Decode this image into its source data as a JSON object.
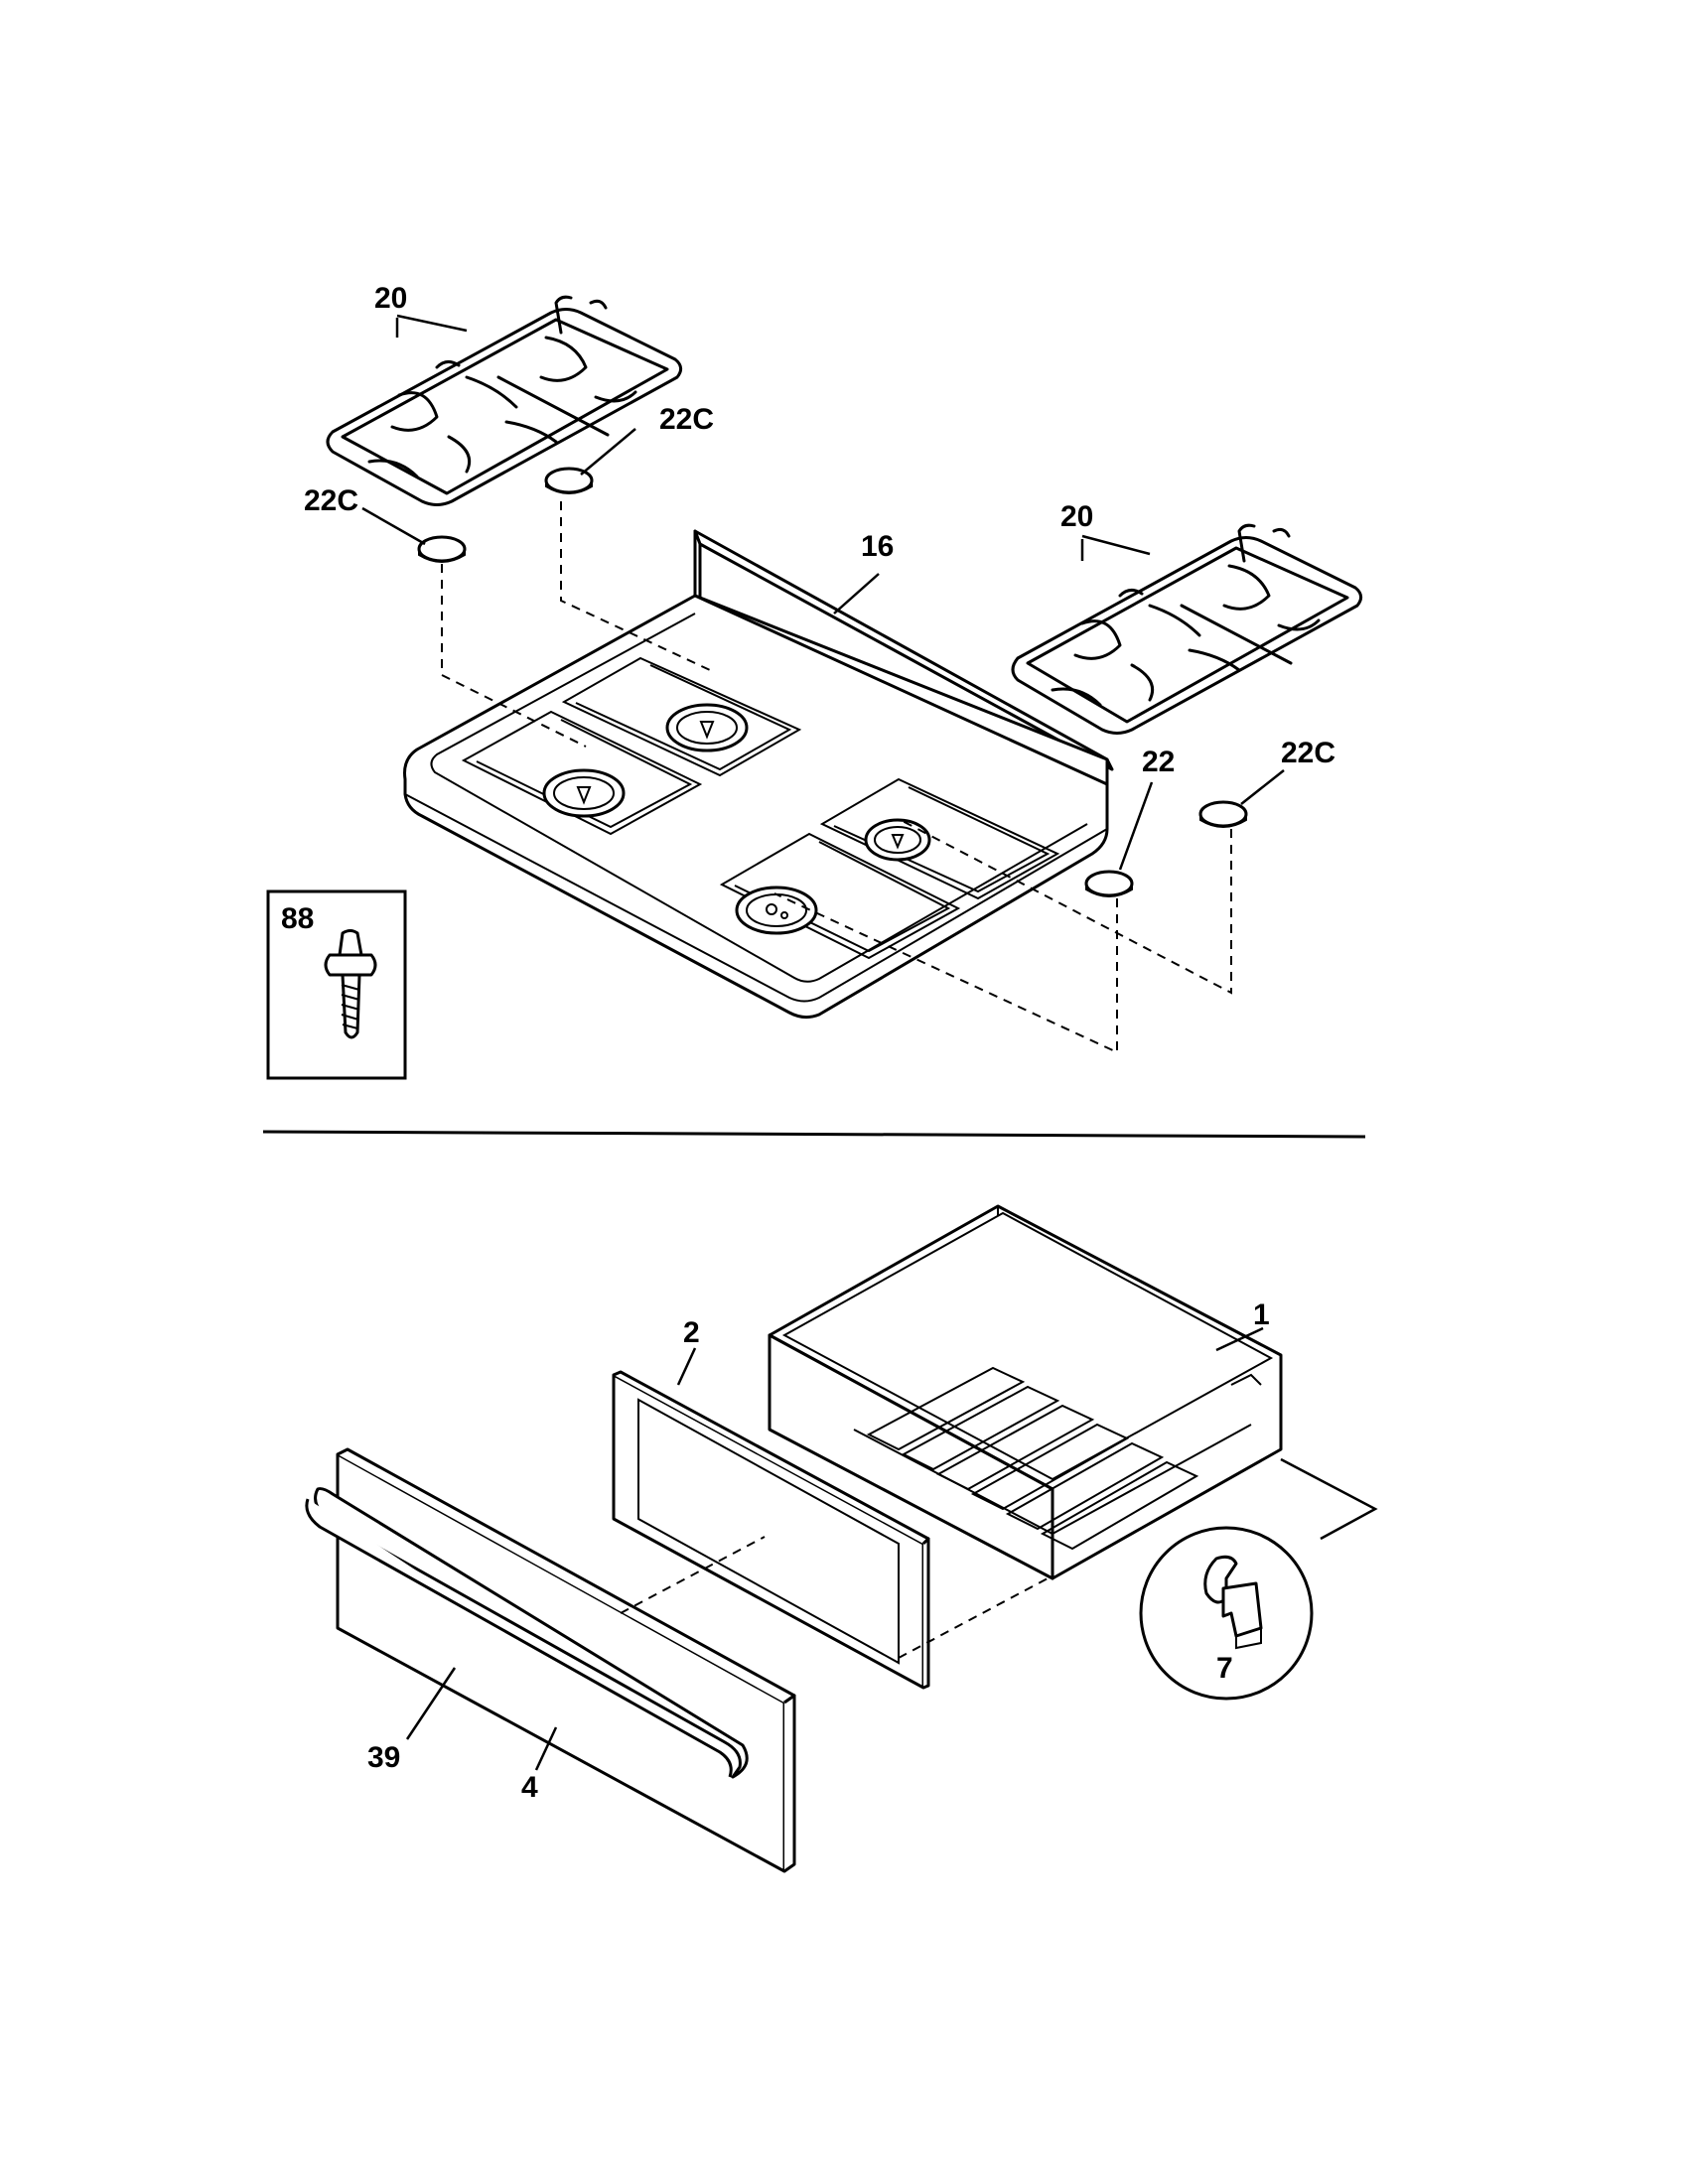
{
  "diagram": {
    "callouts": {
      "grates_left": "20",
      "grates_right": "20",
      "foot_left_back": "22C",
      "foot_left_front": "22C",
      "cooktop": "16",
      "foot_right_front": "22",
      "foot_right_back": "22C",
      "screw": "88",
      "drawer_body": "1",
      "drawer_liner": "2",
      "drawer_front": "4",
      "drawer_handle": "39",
      "clip": "7"
    }
  }
}
